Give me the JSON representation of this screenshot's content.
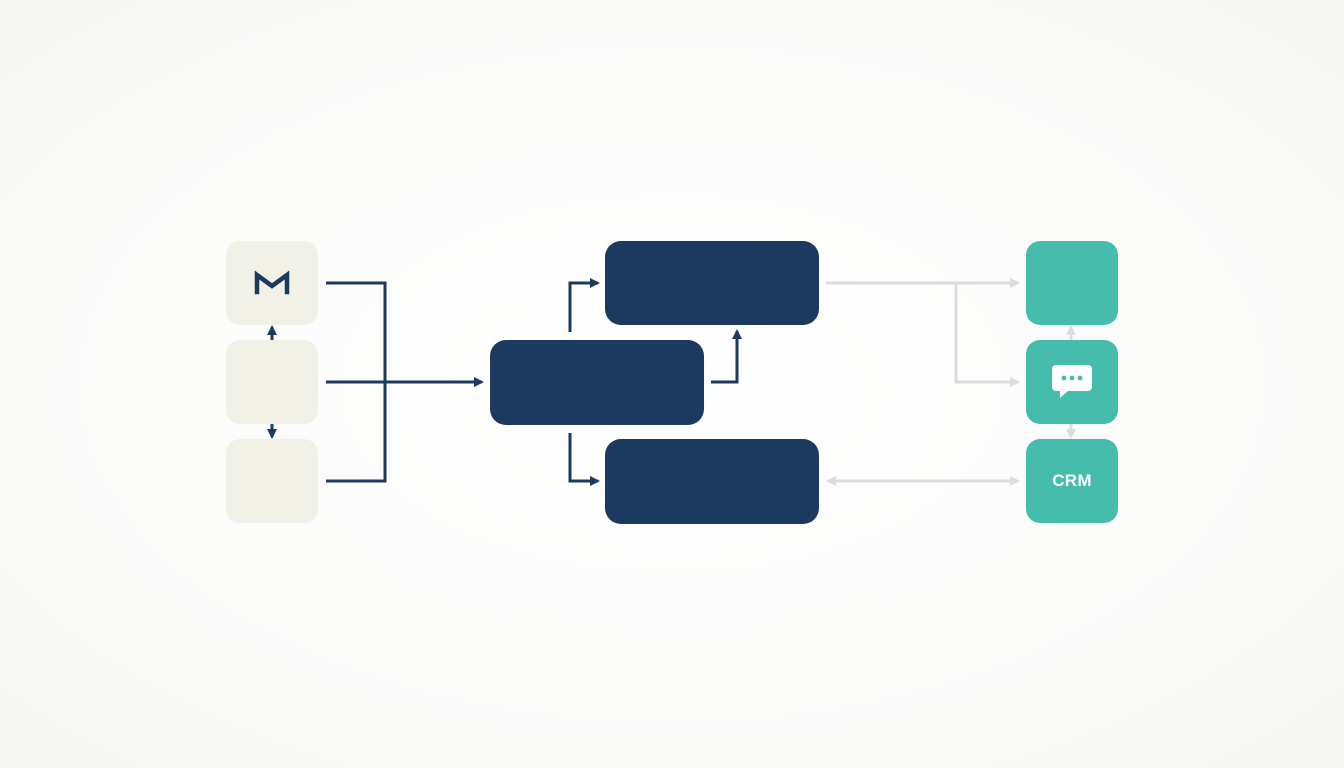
{
  "colors": {
    "background": "#fbfbfa",
    "source_fill": "#f2f1e8",
    "process_fill": "#1c3a5f",
    "dest_fill": "#46bcac",
    "dark_line": "#1c3a5f",
    "light_line": "#d9dde1",
    "icon_dark": "#1c3a5f",
    "icon_light": "#ffffff"
  },
  "sources": [
    {
      "id": "source-email",
      "icon": "gmail-icon"
    },
    {
      "id": "source-middle",
      "icon": ""
    },
    {
      "id": "source-bottom",
      "icon": ""
    }
  ],
  "processes": [
    {
      "id": "process-top"
    },
    {
      "id": "process-center"
    },
    {
      "id": "process-bottom"
    }
  ],
  "destinations": [
    {
      "id": "dest-top",
      "icon": ""
    },
    {
      "id": "dest-chat",
      "icon": "chat-bubble-icon"
    },
    {
      "id": "dest-crm",
      "label": "CRM"
    }
  ]
}
